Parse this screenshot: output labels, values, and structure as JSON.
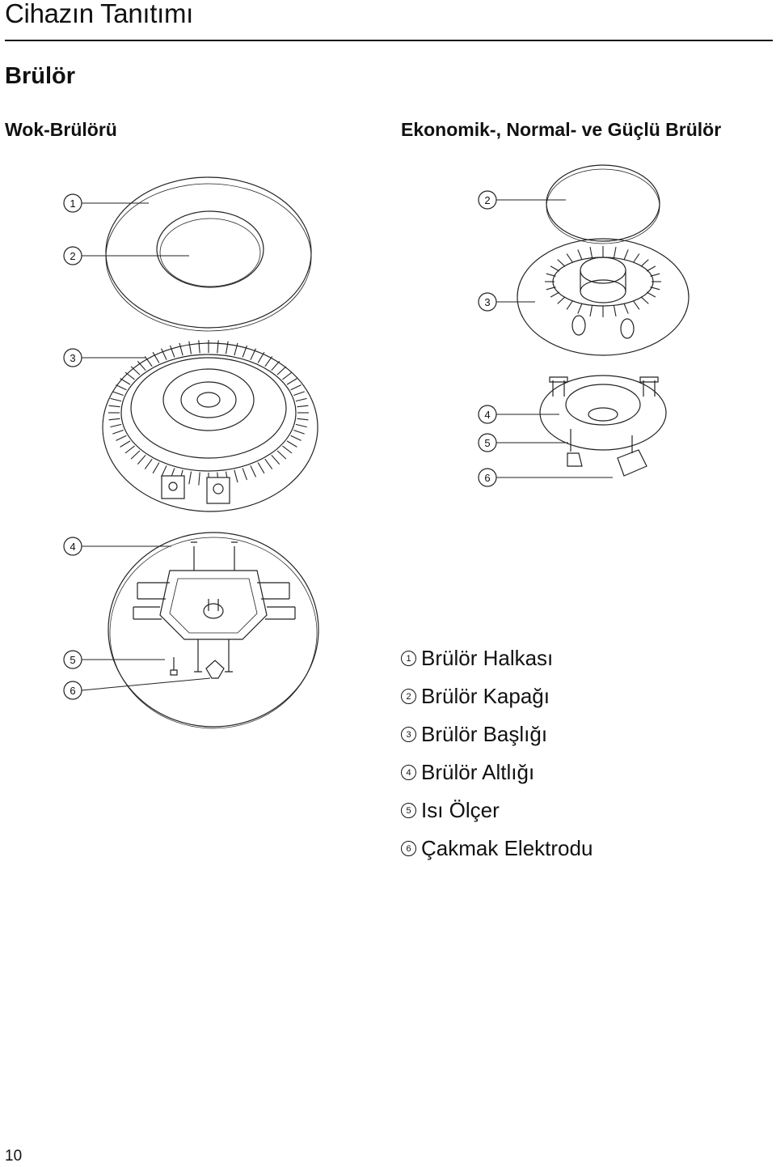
{
  "header": {
    "title": "Cihazın Tanıtımı"
  },
  "section": {
    "title": "Brülör"
  },
  "columns": {
    "left": "Wok-Brülörü",
    "right": "Ekonomik-, Normal- ve Güçlü Brülör"
  },
  "callouts": {
    "n1": "1",
    "n2": "2",
    "n3": "3",
    "n4": "4",
    "n5": "5",
    "n6": "6"
  },
  "legend": [
    {
      "num": "1",
      "label": "Brülör Halkası"
    },
    {
      "num": "2",
      "label": "Brülör Kapağı"
    },
    {
      "num": "3",
      "label": "Brülör Başlığı"
    },
    {
      "num": "4",
      "label": "Brülör Altlığı"
    },
    {
      "num": "5",
      "label": "Isı Ölçer"
    },
    {
      "num": "6",
      "label": "Çakmak Elektrodu"
    }
  ],
  "footer": {
    "page_number": "10"
  }
}
